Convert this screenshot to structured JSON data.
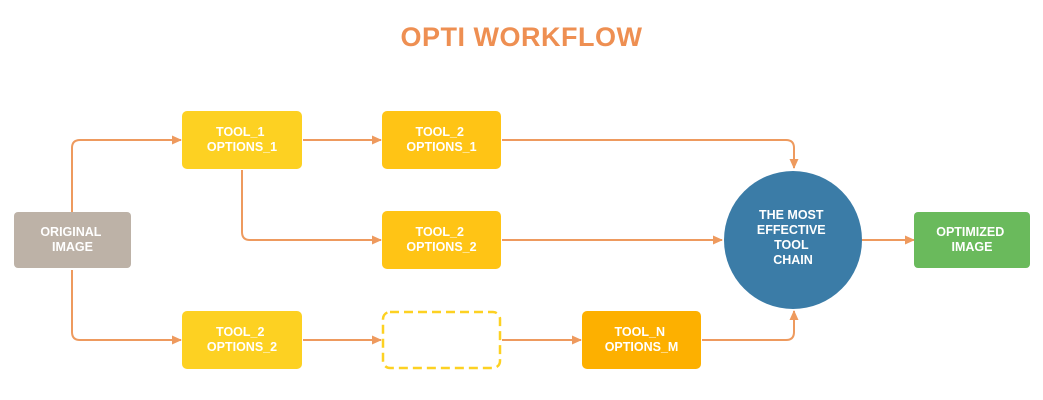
{
  "title": "OPTI WORKFLOW",
  "colors": {
    "title": "#ee8f52",
    "arrow": "#ee9a5e",
    "original": "#bdb2a7",
    "tool1": "#fdd122",
    "tool2": "#ffc415",
    "tooln": "#fdb000",
    "placeholder_border": "#fdd122",
    "result_circle": "#3b7ca7",
    "optimized": "#6aba5c"
  },
  "nodes": {
    "original": [
      "ORIGINAL",
      "IMAGE"
    ],
    "tool1_opt1": [
      "TOOL_1",
      "OPTIONS_1"
    ],
    "tool2_opt1": [
      "TOOL_2",
      "OPTIONS_1"
    ],
    "tool2_opt2_mid": [
      "TOOL_2",
      "OPTIONS_2"
    ],
    "tool2_opt2_bottom": [
      "TOOL_2",
      "OPTIONS_2"
    ],
    "tooln_optm": [
      "TOOL_N",
      "OPTIONS_M"
    ],
    "result": [
      "THE MOST",
      "EFFECTIVE",
      "TOOL",
      "CHAIN"
    ],
    "optimized": [
      "OPTIMIZED",
      "IMAGE"
    ]
  }
}
